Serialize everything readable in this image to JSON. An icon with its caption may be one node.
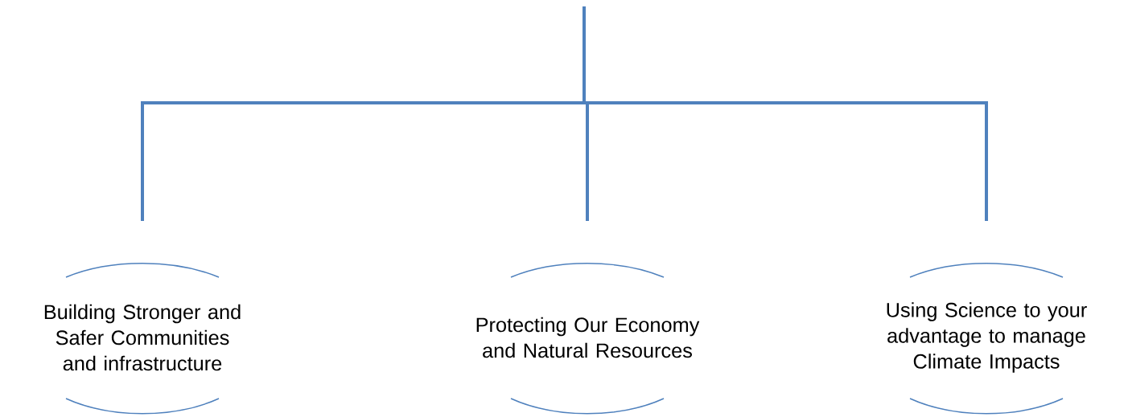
{
  "diagram": {
    "nodes": [
      {
        "text": [
          "Building Stronger and Safer Communities and infrastructure"
        ]
      },
      {
        "text": [
          "Protecting Our Economy and Natural Resources"
        ]
      },
      {
        "text": [
          "Using Science to your advantage to manage Climate Impacts"
        ]
      }
    ],
    "edges": [
      {
        "from": null,
        "to": 0,
        "arrow": "none"
      },
      {
        "from": null,
        "to": 1,
        "arrow": "none"
      },
      {
        "from": null,
        "to": 2,
        "arrow": "none"
      }
    ]
  }
}
